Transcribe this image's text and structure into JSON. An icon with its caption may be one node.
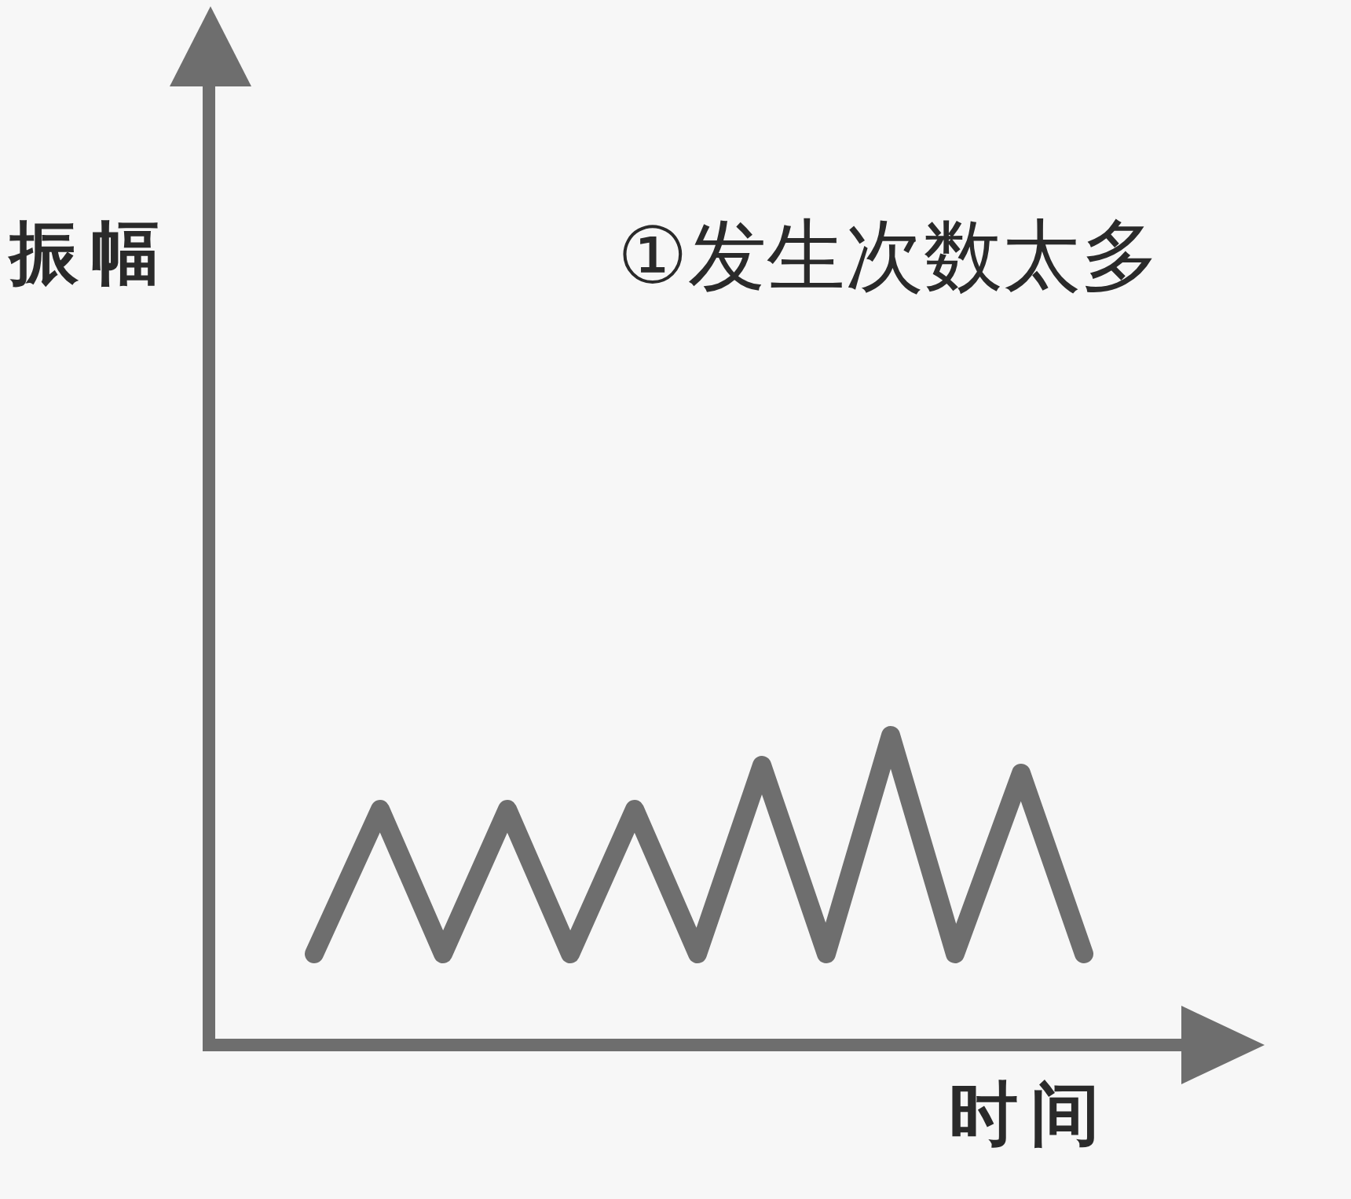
{
  "diagram": {
    "labels": [
      "振幅",
      "①发生次数太多",
      "时间"
    ]
  }
}
